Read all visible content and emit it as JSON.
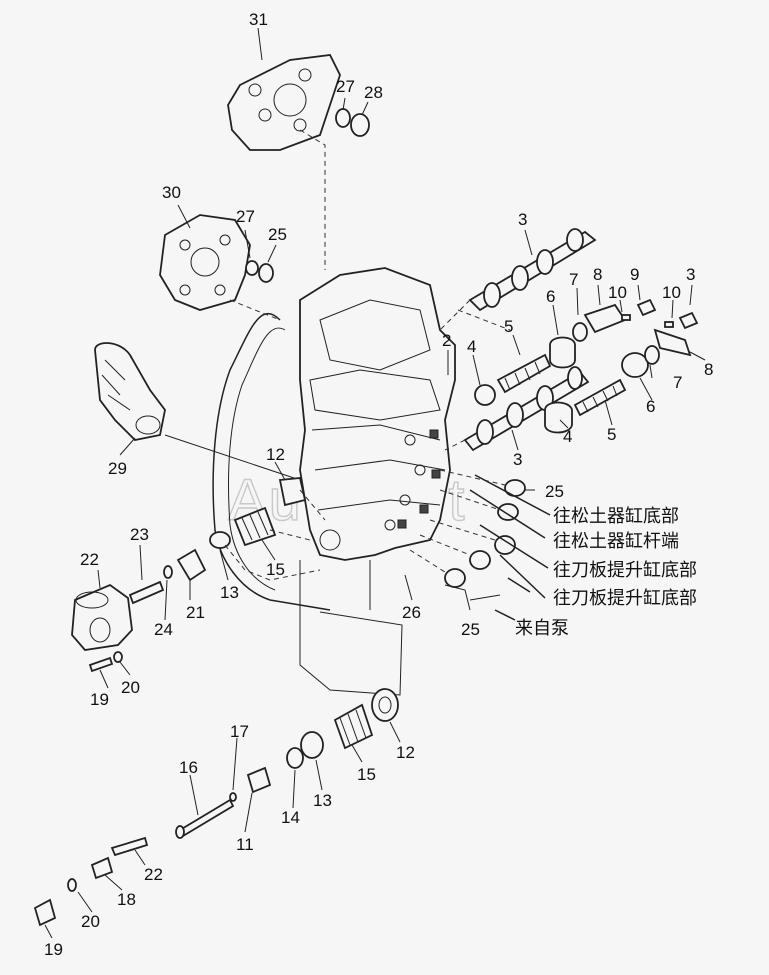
{
  "watermark": "AutoSoft",
  "callouts": [
    "31",
    "27",
    "28",
    "30",
    "27",
    "25",
    "3",
    "8",
    "9",
    "3",
    "7",
    "10",
    "10",
    "6",
    "5",
    "4",
    "2",
    "7",
    "8",
    "6",
    "5",
    "3",
    "4",
    "12",
    "29",
    "25",
    "23",
    "22",
    "15",
    "13",
    "21",
    "24",
    "26",
    "25",
    "20",
    "19",
    "17",
    "16",
    "14",
    "13",
    "15",
    "12",
    "11",
    "22",
    "18",
    "20",
    "19"
  ],
  "annotations": {
    "ripper_bottom": "往松土器缸底部",
    "ripper_rod": "往松土器缸杆端",
    "blade_lift_bottom_1": "往刀板提升缸底部",
    "blade_lift_bottom_2": "往刀板提升缸底部",
    "from_pump": "来自泵"
  }
}
